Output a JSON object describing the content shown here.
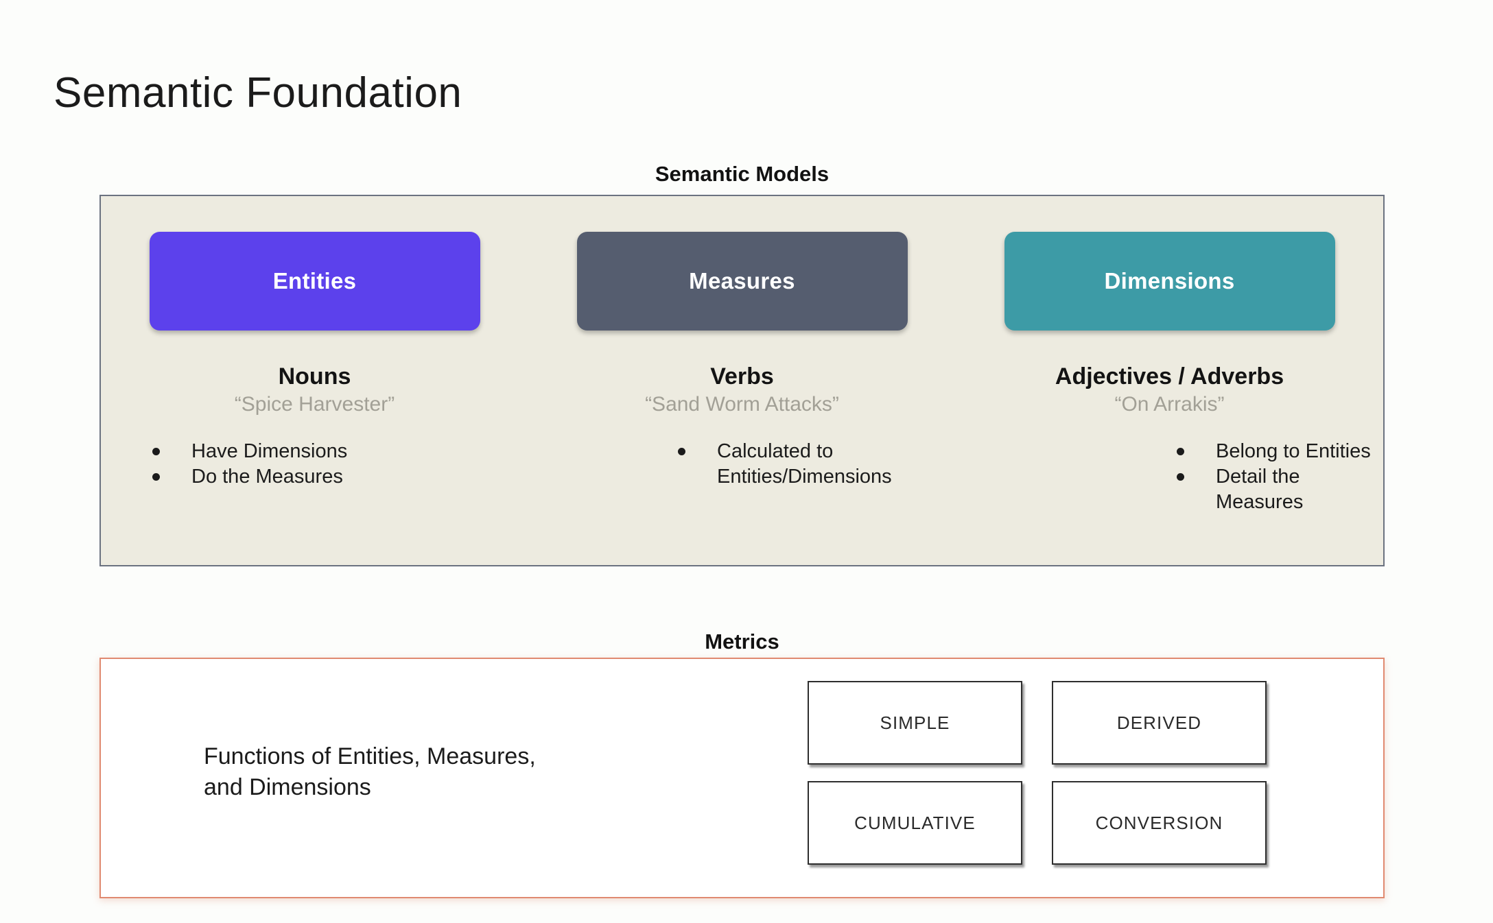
{
  "page": {
    "title": "Semantic Foundation",
    "background_color": "#fcfdfb"
  },
  "semantic_models": {
    "heading": "Semantic Models",
    "panel_fill": "#edebe0",
    "panel_border": "#6b7280",
    "columns": [
      {
        "pill_label": "Entities",
        "pill_color": "#5c41ec",
        "role": "Nouns",
        "example": "“Spice Harvester”",
        "bullets": [
          "Have Dimensions",
          "Do the Measures"
        ]
      },
      {
        "pill_label": "Measures",
        "pill_color": "#555d6f",
        "role": "Verbs",
        "example": "“Sand Worm Attacks”",
        "bullets": [
          "Calculated to\nEntities/Dimensions"
        ]
      },
      {
        "pill_label": "Dimensions",
        "pill_color": "#3d9ba6",
        "role": "Adjectives / Adverbs",
        "example": "“On Arrakis”",
        "bullets": [
          "Belong to Entities",
          "Detail the Measures"
        ]
      }
    ]
  },
  "metrics": {
    "heading": "Metrics",
    "panel_border": "#e08a70",
    "description": "Functions of Entities, Measures,\nand Dimensions",
    "types": [
      "SIMPLE",
      "DERIVED",
      "CUMULATIVE",
      "CONVERSION"
    ]
  }
}
